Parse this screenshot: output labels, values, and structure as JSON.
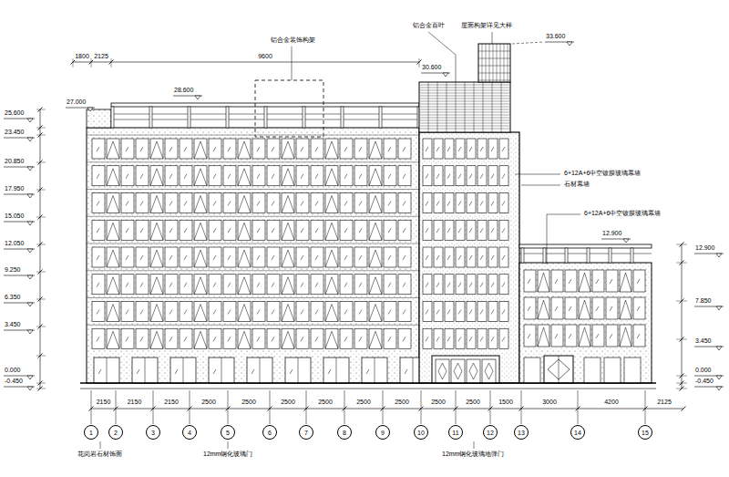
{
  "diagram": {
    "nodes": [
      {
        "text": [
          "1"
        ]
      },
      {
        "text": [
          "2"
        ]
      },
      {
        "text": [
          "3"
        ]
      },
      {
        "text": [
          "4"
        ]
      },
      {
        "text": [
          "5"
        ]
      },
      {
        "text": [
          "6"
        ]
      },
      {
        "text": [
          "7"
        ]
      },
      {
        "text": [
          "8"
        ]
      },
      {
        "text": [
          "9"
        ]
      },
      {
        "text": [
          "10"
        ]
      },
      {
        "text": [
          "11"
        ]
      },
      {
        "text": [
          "12"
        ]
      },
      {
        "text": [
          "13"
        ]
      },
      {
        "text": [
          "14"
        ]
      },
      {
        "text": [
          "15"
        ]
      }
    ],
    "labels": [
      "25.600",
      "23.450",
      "20.850",
      "17.950",
      "15.050",
      "12.050",
      "9.250",
      "6.350",
      "3.450",
      "0.000",
      "-0.450",
      "27.000",
      "28.600",
      "30.600",
      "33.600",
      "12.900",
      "12.900",
      "7.850",
      "3.450",
      "0.000",
      "-0.450",
      "1800",
      "2125",
      "9600",
      "铝合金装饰构架",
      "铝合金百叶",
      "屋面构架详见大样",
      "6+12A+6中空镀膜玻璃幕墙",
      "石材幕墙",
      "6+12A+6中空镀膜玻璃幕墙",
      "花岗岩石材饰面",
      "12mm钢化玻璃门",
      "12mm钢化玻璃地弹门",
      "2150",
      "2150",
      "2150",
      "2500",
      "2500",
      "2500",
      "2500",
      "2500",
      "2500",
      "2500",
      "2500",
      "1500",
      "3000",
      "4200",
      "2125"
    ]
  }
}
